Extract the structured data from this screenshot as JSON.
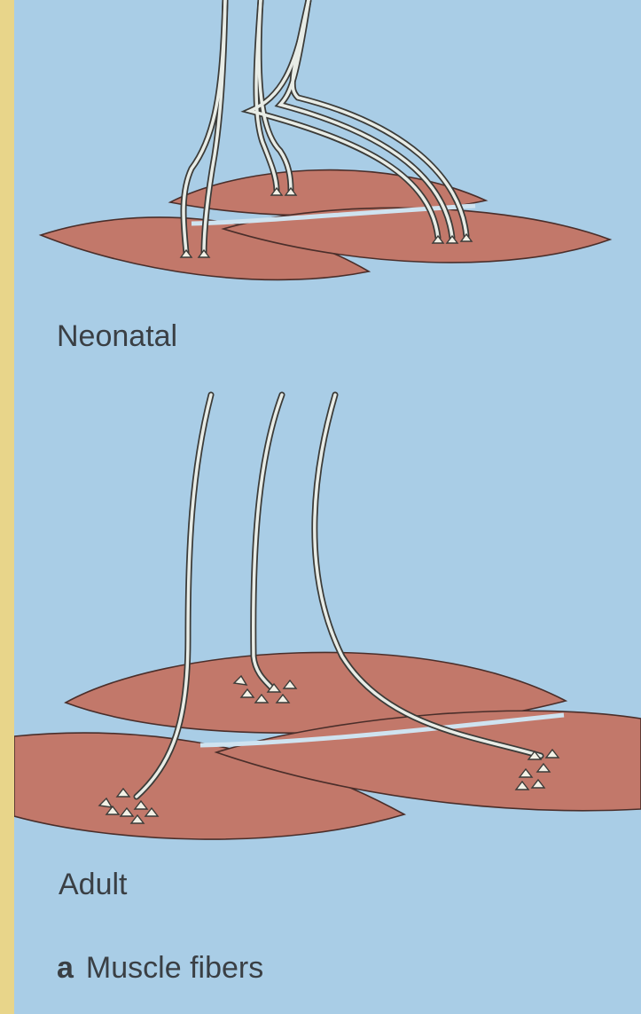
{
  "labels": {
    "neonatal": "Neonatal",
    "adult": "Adult",
    "panel_letter": "a",
    "caption": "Muscle fibers"
  },
  "colors": {
    "background": "#a9cde6",
    "muscle_fiber": "#c2786a",
    "muscle_outline": "#4a2e2a",
    "nerve": "#e8ece6",
    "nerve_outline": "#3b3b38",
    "terminal": "#f3f1e6",
    "border": "#e8d58a"
  }
}
